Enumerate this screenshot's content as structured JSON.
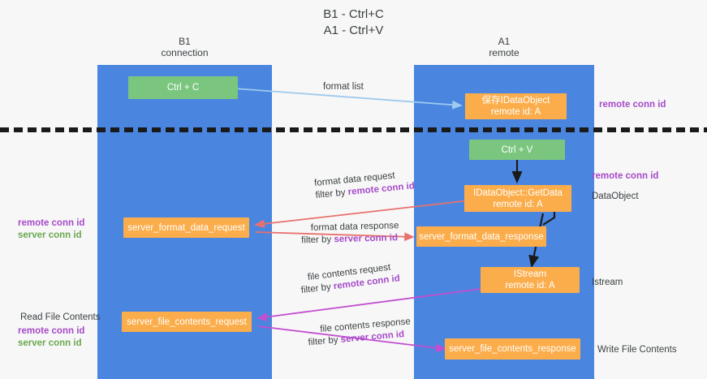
{
  "title": {
    "line1": "B1 - Ctrl+C",
    "line2": "A1 - Ctrl+V"
  },
  "lanes": [
    {
      "id": "b1",
      "name": "B1",
      "role": "connection",
      "color": "#4a86e0"
    },
    {
      "id": "a1",
      "name": "A1",
      "role": "remote",
      "color": "#4a86e0"
    }
  ],
  "colors": {
    "lane": "#4a86e0",
    "green_box": "#7bc67e",
    "orange_box": "#fbad4b",
    "remote_conn_id": "#a64ac9",
    "server_conn_id": "#6aa84f",
    "arrow_blue": "#9fc9ee",
    "arrow_red": "#e8716d",
    "arrow_magenta": "#c34fd0",
    "arrow_black": "#1a1a1a",
    "divider": "#1a1a1a",
    "background": "#f7f7f7"
  },
  "boxes": [
    {
      "id": "ctrl-c",
      "lane": "b1",
      "style": "green",
      "line1": "Ctrl + C",
      "line2": ""
    },
    {
      "id": "save-idataobject",
      "lane": "a1",
      "style": "orange",
      "line1": "保存IDataObject",
      "line2": "remote id: A"
    },
    {
      "id": "ctrl-v",
      "lane": "a1",
      "style": "green",
      "line1": "Ctrl + V",
      "line2": ""
    },
    {
      "id": "getdata",
      "lane": "a1",
      "style": "orange",
      "line1": "IDataObject::GetData",
      "line2": "remote id: A"
    },
    {
      "id": "server-format-data-request",
      "lane": "b1",
      "style": "orange",
      "line1": "server_format_data_request",
      "line2": ""
    },
    {
      "id": "server-format-data-response",
      "lane": "a1",
      "style": "orange",
      "line1": "server_format_data_response",
      "line2": ""
    },
    {
      "id": "istream",
      "lane": "a1",
      "style": "orange",
      "line1": "IStream",
      "line2": "remote id: A"
    },
    {
      "id": "server-file-contents-request",
      "lane": "b1",
      "style": "orange",
      "line1": "server_file_contents_request",
      "line2": ""
    },
    {
      "id": "server-file-contents-response",
      "lane": "a1",
      "style": "orange",
      "line1": "server_file_contents_response",
      "line2": ""
    }
  ],
  "arrow_labels": [
    {
      "id": "format-list",
      "line1_plain": "format list",
      "line1_hl": "",
      "line2_plain": "",
      "line2_hl": ""
    },
    {
      "id": "format-data-request",
      "line1_plain": "format data request",
      "line1_hl": "",
      "line2_plain": "filter by ",
      "line2_hl": "remote conn id"
    },
    {
      "id": "format-data-response",
      "line1_plain": "format data response",
      "line1_hl": "",
      "line2_plain": "filter by ",
      "line2_hl": "server conn id"
    },
    {
      "id": "file-contents-request",
      "line1_plain": "file contents request",
      "line1_hl": "",
      "line2_plain": "filter by ",
      "line2_hl": "remote conn id"
    },
    {
      "id": "file-contents-response",
      "line1_plain": "file contents response",
      "line1_hl": "",
      "line2_plain": "filter by ",
      "line2_hl": "server conn id"
    }
  ],
  "right_notes": [
    {
      "id": "right-remote-conn-id-1",
      "text": "remote conn id",
      "color": "purple"
    },
    {
      "id": "right-remote-conn-id-2",
      "text": "remote conn id",
      "color": "purple"
    },
    {
      "id": "right-dataobject",
      "text": "DataObject",
      "color": "plain"
    },
    {
      "id": "right-istream",
      "text": "Istream",
      "color": "plain"
    },
    {
      "id": "right-write-file",
      "text": "Write File Contents",
      "color": "plain"
    }
  ],
  "left_notes": [
    {
      "id": "left-remote-conn-id-1",
      "text": "remote conn id",
      "color": "purple"
    },
    {
      "id": "left-server-conn-id-1",
      "text": "server conn id",
      "color": "green"
    },
    {
      "id": "left-read-file",
      "text": "Read File Contents",
      "color": "plain"
    },
    {
      "id": "left-remote-conn-id-2",
      "text": "remote conn id",
      "color": "purple"
    },
    {
      "id": "left-server-conn-id-2",
      "text": "server conn id",
      "color": "green"
    }
  ]
}
